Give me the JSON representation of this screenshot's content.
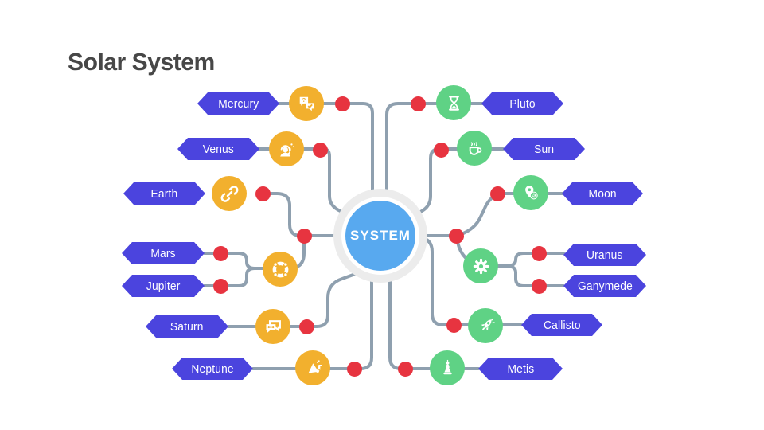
{
  "slide": {
    "title": "Solar System",
    "center_label": "SYSTEM"
  },
  "colors": {
    "node_blue": "#4B44DE",
    "icon_yellow": "#F2B02E",
    "icon_green": "#5FD285",
    "dot_red": "#E73440",
    "line_gray": "#8FA0AF",
    "center_blue": "#58A9EF",
    "center_ring": "#ECECEC",
    "title_color": "#474747"
  },
  "branches": {
    "left": [
      {
        "label": "Mercury",
        "icon": "qa-chat-icon"
      },
      {
        "label": "Venus",
        "icon": "support-agent-icon"
      },
      {
        "label": "Earth",
        "icon": "link-icon"
      },
      {
        "label": "Mars",
        "icon": "lifebuoy-icon"
      },
      {
        "label": "Jupiter",
        "icon": "lifebuoy-icon"
      },
      {
        "label": "Saturn",
        "icon": "chat-bubbles-icon"
      },
      {
        "label": "Neptune",
        "icon": "megaphone-icon"
      }
    ],
    "right": [
      {
        "label": "Pluto",
        "icon": "hourglass-icon"
      },
      {
        "label": "Sun",
        "icon": "coffee-cup-icon"
      },
      {
        "label": "Moon",
        "icon": "money-pin-icon"
      },
      {
        "label": "Uranus",
        "icon": "gear-icon"
      },
      {
        "label": "Ganymede",
        "icon": "gear-icon"
      },
      {
        "label": "Callisto",
        "icon": "rocket-icon"
      },
      {
        "label": "Metis",
        "icon": "chess-piece-icon"
      }
    ]
  }
}
